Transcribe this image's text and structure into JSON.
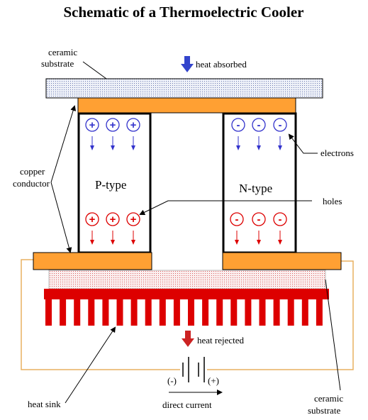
{
  "title": "Schematic of a Thermoelectric Cooler",
  "labels": {
    "ceramic_top_line1": "ceramic",
    "ceramic_top_line2": "substrate",
    "heat_absorbed": "heat absorbed",
    "copper_line1": "copper",
    "copper_line2": "conductor",
    "p_type": "P-type",
    "n_type": "N-type",
    "electrons": "electrons",
    "holes": "holes",
    "heat_rejected": "heat rejected",
    "heat_sink": "heat sink",
    "minus_terminal": "(-)",
    "plus_terminal": "(+)",
    "direct_current": "direct current",
    "ceramic_bottom_line1": "ceramic",
    "ceramic_bottom_line2": "substrate"
  },
  "carriers": {
    "hole_symbol": "+",
    "electron_symbol": "-"
  },
  "colors": {
    "copper": "#ffa033",
    "ceramic_top": "#dde3ee",
    "ceramic_bottom": "#f6dede",
    "heat_sink": "#dd0000",
    "blue": "#3333cc",
    "red": "#dd0000",
    "heat_arrow_in": "#3344cc",
    "heat_arrow_out": "#cc2222",
    "wire": "#e8b060"
  }
}
